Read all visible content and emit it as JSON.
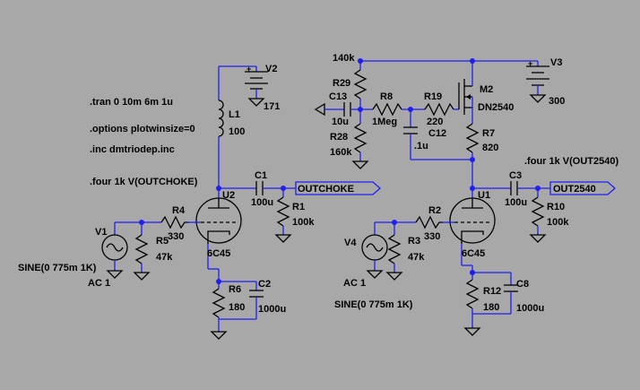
{
  "directives": {
    "tran": ".tran 0 10m 6m 1u",
    "options": ".options plotwinsize=0",
    "inc": ".inc dmtriodep.inc",
    "four_choke": ".four 1k V(OUTCHOKE)",
    "four_2540": ".four 1k V(OUT2540)"
  },
  "components": {
    "V2": {
      "name": "V2",
      "value": "171"
    },
    "V3": {
      "name": "V3",
      "value": "300"
    },
    "L1": {
      "name": "L1",
      "value": "100"
    },
    "C1": {
      "name": "C1",
      "value": "100u"
    },
    "R1": {
      "name": "R1",
      "value": "100k"
    },
    "U2": {
      "name": "U2",
      "value": "6C45"
    },
    "R4": {
      "name": "R4",
      "value": "330"
    },
    "R5": {
      "name": "R5",
      "value": "47k"
    },
    "V1": {
      "name": "V1",
      "value": "SINE(0 775m 1K)",
      "ac": "AC 1"
    },
    "R6": {
      "name": "R6",
      "value": "180"
    },
    "C2": {
      "name": "C2",
      "value": "1000u"
    },
    "R29": {
      "name": "R29",
      "value": "140k"
    },
    "C13": {
      "name": "C13",
      "value": "10u"
    },
    "R8": {
      "name": "R8",
      "value": "1Meg"
    },
    "R19": {
      "name": "R19",
      "value": "220"
    },
    "M2": {
      "name": "M2",
      "value": "DN2540"
    },
    "R28": {
      "name": "R28",
      "value": "160k"
    },
    "C12": {
      "name": "C12",
      "value": ".1u"
    },
    "R7": {
      "name": "R7",
      "value": "820"
    },
    "C3": {
      "name": "C3",
      "value": "100u"
    },
    "R10": {
      "name": "R10",
      "value": "100k"
    },
    "U1": {
      "name": "U1",
      "value": "6C45"
    },
    "R2": {
      "name": "R2",
      "value": "330"
    },
    "R3": {
      "name": "R3",
      "value": "47k"
    },
    "V4": {
      "name": "V4",
      "value": "SINE(0 775m 1K)",
      "ac": "AC 1"
    },
    "R12": {
      "name": "R12",
      "value": "180"
    },
    "C8": {
      "name": "C8",
      "value": "1000u"
    }
  },
  "net_labels": {
    "outchoke": "OUTCHOKE",
    "out2540": "OUT2540"
  }
}
